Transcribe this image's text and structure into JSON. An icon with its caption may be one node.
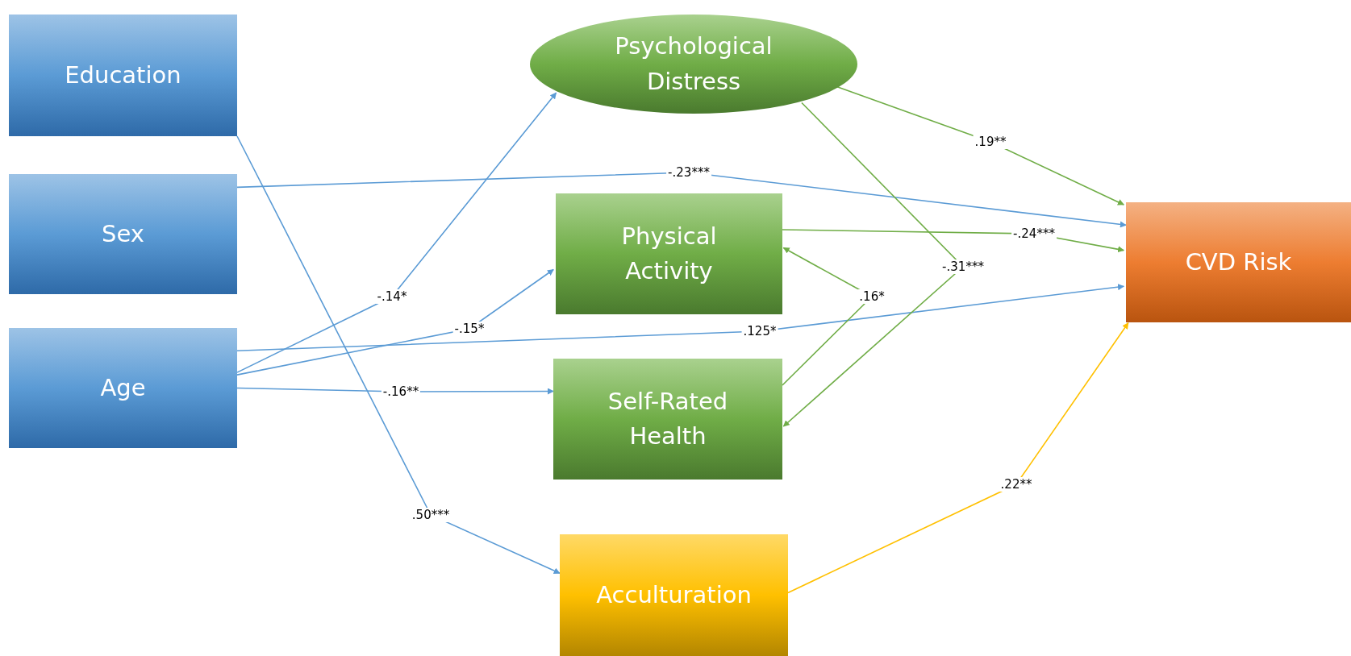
{
  "diagram": {
    "nodes": [
      {
        "text": [
          "Education"
        ]
      },
      {
        "text": [
          "Sex"
        ]
      },
      {
        "text": [
          "Age"
        ]
      },
      {
        "text": [
          "Psychological Distress"
        ]
      },
      {
        "text": [
          "Physical Activity"
        ]
      },
      {
        "text": [
          "Self-Rated Health"
        ]
      },
      {
        "text": [
          "Acculturation"
        ]
      },
      {
        "text": [
          "CVD Risk"
        ]
      }
    ],
    "edges": [
      {
        "from": 0,
        "to": 6,
        "arrow": "to",
        "label": ".50***"
      },
      {
        "from": 1,
        "to": 7,
        "arrow": "to",
        "label": "-.23***"
      },
      {
        "from": 2,
        "to": 3,
        "arrow": "to",
        "label": "-.14*"
      },
      {
        "from": 2,
        "to": 4,
        "arrow": "to",
        "label": "-.15*"
      },
      {
        "from": 2,
        "to": 7,
        "arrow": "to",
        "label": ".125*"
      },
      {
        "from": 2,
        "to": 5,
        "arrow": "to",
        "label": "-.16**"
      },
      {
        "from": 3,
        "to": 7,
        "arrow": "to",
        "label": ".19**",
        "color": "#70ad47"
      },
      {
        "from": 4,
        "to": 7,
        "arrow": "to",
        "label": "-.24***",
        "color": "#70ad47"
      },
      {
        "from": 3,
        "to": 5,
        "arrow": "to",
        "label": "-.31***",
        "color": "#70ad47"
      },
      {
        "from": 5,
        "to": 4,
        "arrow": "to",
        "label": ".16*",
        "color": "#70ad47"
      },
      {
        "from": 6,
        "to": 7,
        "arrow": "to",
        "label": ".22**",
        "color": "#ffc000"
      }
    ]
  }
}
